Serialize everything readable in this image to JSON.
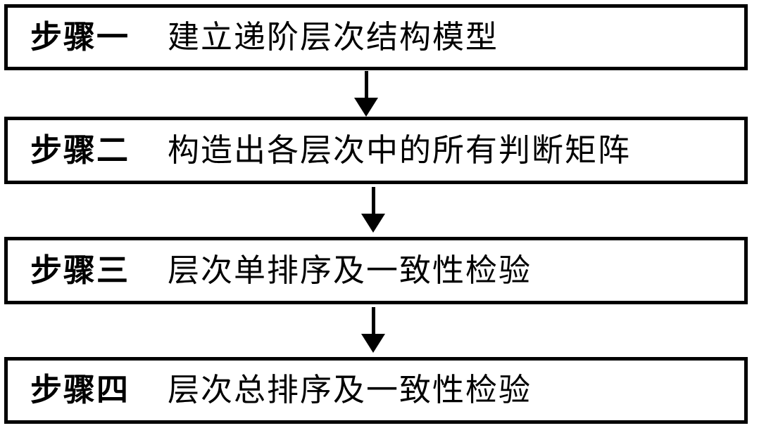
{
  "diagram": {
    "type": "flowchart",
    "direction": "top-down",
    "steps": [
      {
        "label": "步骤一",
        "text": "建立递阶层次结构模型"
      },
      {
        "label": "步骤二",
        "text": "构造出各层次中的所有判断矩阵"
      },
      {
        "label": "步骤三",
        "text": "层次单排序及一致性检验"
      },
      {
        "label": "步骤四",
        "text": "层次总排序及一致性检验"
      }
    ],
    "connectors": [
      {
        "from": 0,
        "to": 1,
        "style": "solid-arrow-down"
      },
      {
        "from": 1,
        "to": 2,
        "style": "solid-arrow-down"
      },
      {
        "from": 2,
        "to": 3,
        "style": "solid-arrow-down"
      }
    ],
    "colors": {
      "background": "#ffffff",
      "border": "#000000",
      "text": "#000000",
      "arrow": "#000000"
    }
  }
}
